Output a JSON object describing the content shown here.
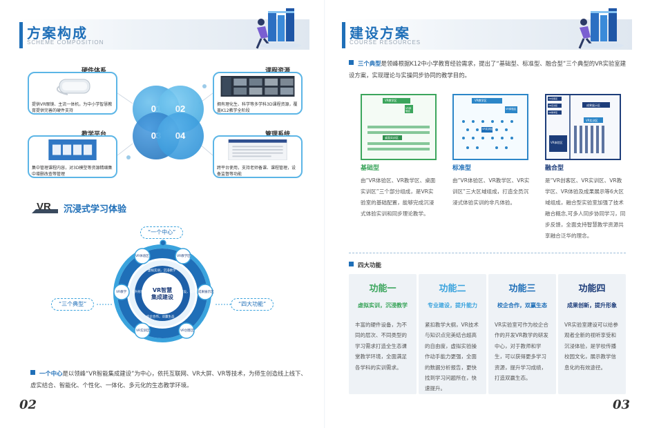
{
  "left": {
    "header": {
      "title": "方案构成",
      "subtitle": "SCHEME COMPOSITION"
    },
    "features": [
      {
        "label": "硬件体系",
        "text": "提供VR眼镜、主流一体机，为中小学智慧教育提供完善的硬件支持"
      },
      {
        "label": "课程资源",
        "text": "拥有理化生、科学等多学科3D课程资源，覆盖K12教学全阶段"
      },
      {
        "label": "教学平台",
        "text": "集中管理课程内容，对3D模型等资源精细集中增删改查等管理"
      },
      {
        "label": "管理系统",
        "text": "跨平台使用，支持老师备课、课程管理，设备监督等功能"
      }
    ],
    "circles": [
      "01",
      "02",
      "03",
      "04"
    ],
    "vr_badge": "VR",
    "vr_title": "沉浸式学习体验",
    "center": {
      "line1": "VR智慧",
      "line2": "集成建设"
    },
    "ring_nodes": [
      "VR体验区",
      "VR教学区",
      "成果展示区",
      "VR创客区",
      "VR实训区",
      "VR教学",
      "VR教研"
    ],
    "inner_ring": [
      "虚拟实训，沉浸教学",
      "专业建设，提升能力",
      "校企合作，双赢生态",
      "成果创新，提升形象"
    ],
    "pills": {
      "top": "“一个中心”",
      "left": "“三个典型”",
      "right": "“四大功能”"
    },
    "para": {
      "lead": "一个中心",
      "text": "是以领峰“VR智能集成建设”为中心，依托互联网、VR大屏、VR等技术，为师生创造线上线下、虚实结合、智能化、个性化、一体化、多元化的生态教学环境。"
    },
    "page_number": "02"
  },
  "right": {
    "header": {
      "title": "建设方案",
      "subtitle": "COURSE RESOURCES"
    },
    "intro": {
      "lead": "三个典型",
      "text": "是领峰根据K12中小学教育经验需求，提出了“基础型、标准型、融合型”三个典型的VR实验室建设方案，实现理论与实操同步协同的教学目的。"
    },
    "plans": [
      {
        "title": "基础型",
        "desc": "由“VR体验区、VR教学区、桌面实训区”三个部分组成，是VR实验室的基础配置，能够完成沉浸式体验实训和同步理论教学。"
      },
      {
        "title": "标准型",
        "desc": "由“VR体验区、VR教学区、VR实训区”三大区域组成，打造全员沉浸式体验实训的非凡体验。"
      },
      {
        "title": "融合型",
        "desc": "是“VR创客区、VR实训区、VR教学区、VR体验及成果展示等6大区域组成，融合型实验室加强了技术融合概念,可多人同步协同学习，同步反馈，全面支持智慧教学资源共享融合泛华的理念。"
      }
    ],
    "plan_labels": {
      "basic": [
        "VR教学区",
        "VR体验区",
        "桌面实训区"
      ],
      "standard": [
        "VR教学区",
        "VR体验区",
        "VR实训区"
      ],
      "fusion": [
        "VR创客区",
        "VR实训区",
        "VR教学区",
        "成果展示区",
        "VR实训区",
        "VR体验区"
      ]
    },
    "functions_heading": "四大功能",
    "functions": [
      {
        "title": "功能一",
        "subtitle": "虚拟实训，沉浸教学",
        "desc": "丰富的硬件设备，为不同的层次、不同类型的学习需求打造全生态课堂教学环境，全面满足各学科的实训需求。"
      },
      {
        "title": "功能二",
        "subtitle": "专业建设，提升能力",
        "desc": "紧扣教学大纲，VR技术与知识点完美结合超高的自由度，虚拟实验操作动手能力更强，全面的数据分析报告，更快找到学习问题所在，快速提升。"
      },
      {
        "title": "功能三",
        "subtitle": "校企合作，双赢生态",
        "desc": "VR实验室可作为校企合作的开发VR教学的研发中心，对于教师和学生，可以获得更多学习资源，提升学习成绩，打造双赢生态。"
      },
      {
        "title": "功能四",
        "subtitle": "成果创新，提升形象",
        "desc": "VR实验室建设可以给参观者全新的视听享受和沉浸体验，是学校传播校园文化，展示教学信息化的有效途径。"
      }
    ],
    "colors": {
      "primary": "#1f6fb8",
      "accent": "#3aa3dd",
      "green": "#3ba55c",
      "navy": "#1d3d7a"
    },
    "page_number": "03"
  }
}
